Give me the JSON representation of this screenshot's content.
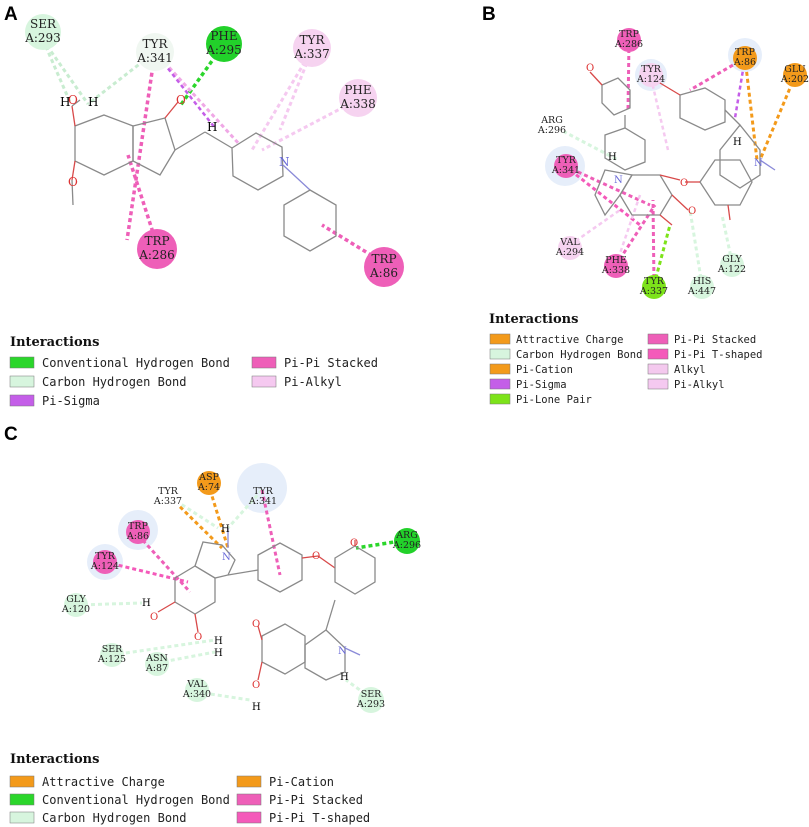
{
  "panels": [
    {
      "id": "A",
      "label": "A"
    },
    {
      "id": "B",
      "label": "B"
    },
    {
      "id": "C",
      "label": "C"
    }
  ],
  "colors": {
    "conventional_h": "#2bd62b",
    "carbon_h": "#d7f5de",
    "pi_sigma": "#c45ee8",
    "pi_pi_stacked": "#ee5fb8",
    "pi_pi_t": "#f45aba",
    "pi_alkyl": "#f5c9f0",
    "alkyl": "#f4c9ee",
    "attractive_charge": "#f39a1b",
    "pi_cation": "#f39a1b",
    "pi_lone_pair": "#7de31a",
    "halo": "#e6eefa"
  },
  "panelA": {
    "residues": {
      "ser293": [
        "SER",
        "A:293"
      ],
      "tyr341": [
        "TYR",
        "A:341"
      ],
      "phe295": [
        "PHE",
        "A:295"
      ],
      "tyr337": [
        "TYR",
        "A:337"
      ],
      "phe338": [
        "PHE",
        "A:338"
      ],
      "trp286": [
        "TRP",
        "A:286"
      ],
      "trp86": [
        "TRP",
        "A:86"
      ]
    },
    "atoms": {
      "h1": "H",
      "h2": "H",
      "h3": "H",
      "o1": "O",
      "o2": "O",
      "o3": "O",
      "n1": "N"
    },
    "legend": {
      "title": "Interactions",
      "items": [
        "Conventional Hydrogen Bond",
        "Carbon Hydrogen Bond",
        "Pi-Sigma",
        "Pi-Pi Stacked",
        "Pi-Alkyl"
      ]
    }
  },
  "panelB": {
    "residues": {
      "trp286": [
        "TRP",
        "A:286"
      ],
      "tyr124": [
        "TYR",
        "A:124"
      ],
      "trp86": [
        "TRP",
        "A:86"
      ],
      "glu202": [
        "GLU",
        "A:202"
      ],
      "arg296": [
        "ARG",
        "A:296"
      ],
      "tyr341": [
        "TYR",
        "A:341"
      ],
      "val294": [
        "VAL",
        "A:294"
      ],
      "phe338": [
        "PHE",
        "A:338"
      ],
      "tyr337": [
        "TYR",
        "A:337"
      ],
      "his447": [
        "HIS",
        "A:447"
      ],
      "gly122": [
        "GLY",
        "A:122"
      ]
    },
    "atoms": {
      "h1": "H",
      "h2": "H",
      "n1": "N",
      "n2": "N",
      "o1": "O",
      "o2": "O",
      "o3": "O",
      "o4": "O"
    },
    "legend": {
      "title": "Interactions",
      "items": [
        "Attractive Charge",
        "Carbon Hydrogen Bond",
        "Pi-Cation",
        "Pi-Sigma",
        "Pi-Lone Pair",
        "Pi-Pi Stacked",
        "Pi-Pi T-shaped",
        "Alkyl",
        "Pi-Alkyl"
      ]
    }
  },
  "panelC": {
    "residues": {
      "tyr337": [
        "TYR",
        "A:337"
      ],
      "asp74": [
        "ASP",
        "A:74"
      ],
      "tyr341": [
        "TYR",
        "A:341"
      ],
      "arg296": [
        "ARG",
        "A:296"
      ],
      "trp86": [
        "TRP",
        "A:86"
      ],
      "tyr124": [
        "TYR",
        "A:124"
      ],
      "gly120": [
        "GLY",
        "A:120"
      ],
      "ser125": [
        "SER",
        "A:125"
      ],
      "asn87": [
        "ASN",
        "A:87"
      ],
      "val340": [
        "VAL",
        "A:340"
      ],
      "ser293": [
        "SER",
        "A:293"
      ]
    },
    "atoms": {
      "h1": "H",
      "h2": "H",
      "h3": "H",
      "h4": "H",
      "h5": "H",
      "h6": "H",
      "n1": "N",
      "n2": "N",
      "o1": "O",
      "o2": "O",
      "o3": "O",
      "o4": "O",
      "o5": "O",
      "o6": "O"
    },
    "legend": {
      "title": "Interactions",
      "items": [
        "Attractive Charge",
        "Conventional Hydrogen Bond",
        "Carbon Hydrogen Bond",
        "Pi-Cation",
        "Pi-Pi Stacked",
        "Pi-Pi T-shaped"
      ]
    }
  }
}
